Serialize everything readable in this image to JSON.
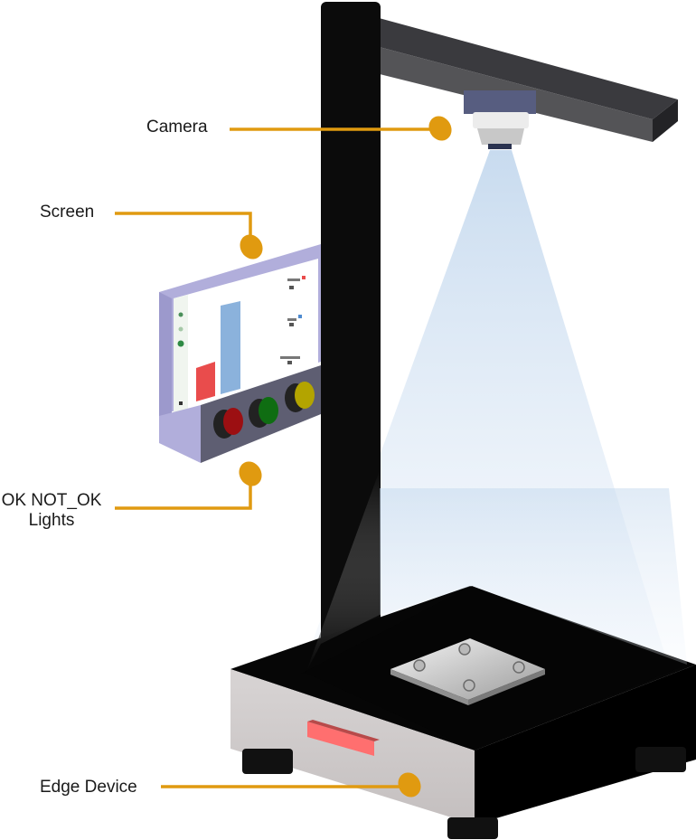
{
  "labels": {
    "camera": "Camera",
    "screen": "Screen",
    "lights_line1": "OK NOT_OK",
    "lights_line2": "Lights",
    "edge_device": "Edge Device"
  },
  "colors": {
    "callout": "#e09a10",
    "frame": "#0b0b0b",
    "arm": "#2b2b2e",
    "drawer": "#cfcaca",
    "screen_bezel": "#b1aedb",
    "light_red": "#9c0f12",
    "light_green": "#0f6d12",
    "light_yellow": "#b3a400",
    "bar_red": "#e94c4c",
    "bar_blue": "#8bb2dc",
    "drawer_indicator": "#ff6f6f",
    "beam": "#c5d9ee"
  }
}
